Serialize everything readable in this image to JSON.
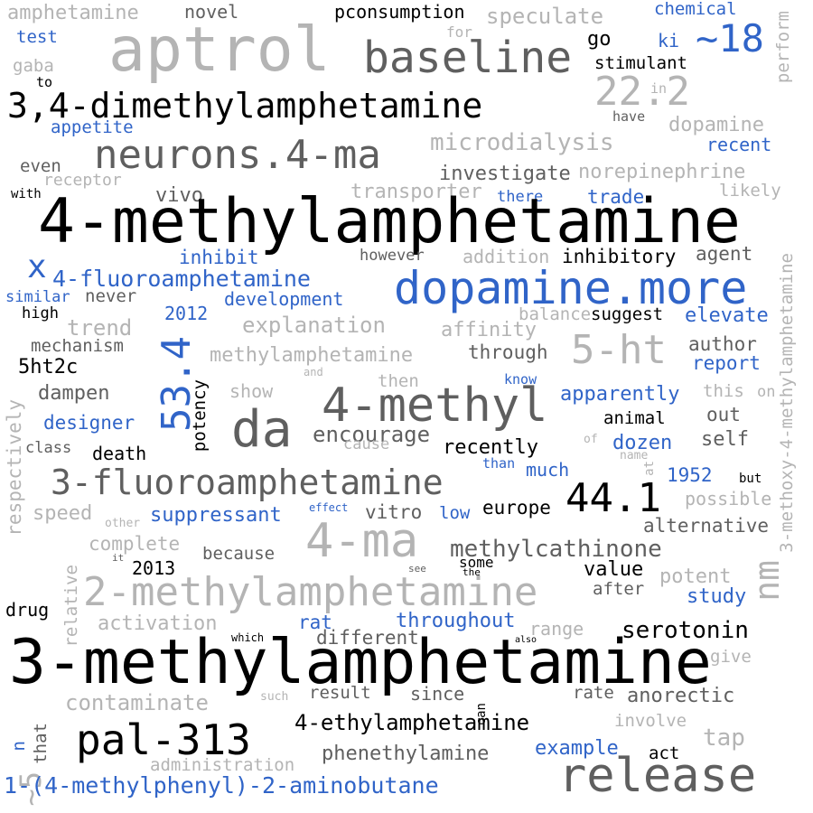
{
  "colors": {
    "black": "#000000",
    "dark_gray": "#5f5f5f",
    "light_gray": "#b4b4b4",
    "blue": "#3064c8"
  },
  "words": [
    {
      "text": "amphetamine",
      "color": "light_gray"
    },
    {
      "text": "novel",
      "color": "dark_gray"
    },
    {
      "text": "pconsumption",
      "color": "black"
    },
    {
      "text": "speculate",
      "color": "light_gray"
    },
    {
      "text": "chemical",
      "color": "blue"
    },
    {
      "text": "test",
      "color": "blue"
    },
    {
      "text": "aptrol",
      "color": "light_gray"
    },
    {
      "text": "for",
      "color": "light_gray"
    },
    {
      "text": "go",
      "color": "black"
    },
    {
      "text": "ki",
      "color": "blue"
    },
    {
      "text": "~18",
      "color": "blue"
    },
    {
      "text": "perform",
      "color": "light_gray"
    },
    {
      "text": "gaba",
      "color": "light_gray"
    },
    {
      "text": "baseline",
      "color": "dark_gray"
    },
    {
      "text": "stimulant",
      "color": "black"
    },
    {
      "text": "to",
      "color": "black"
    },
    {
      "text": "22.2",
      "color": "light_gray"
    },
    {
      "text": "in",
      "color": "light_gray"
    },
    {
      "text": "3,4-dimethylamphetamine",
      "color": "black"
    },
    {
      "text": "have",
      "color": "dark_gray"
    },
    {
      "text": "dopamine",
      "color": "light_gray"
    },
    {
      "text": "appetite",
      "color": "blue"
    },
    {
      "text": "microdialysis",
      "color": "light_gray"
    },
    {
      "text": "recent",
      "color": "blue"
    },
    {
      "text": "neurons.4-ma",
      "color": "dark_gray"
    },
    {
      "text": "even",
      "color": "dark_gray"
    },
    {
      "text": "investigate",
      "color": "dark_gray"
    },
    {
      "text": "norepinephrine",
      "color": "light_gray"
    },
    {
      "text": "receptor",
      "color": "light_gray"
    },
    {
      "text": "with",
      "color": "black"
    },
    {
      "text": "vivo",
      "color": "dark_gray"
    },
    {
      "text": "transporter",
      "color": "light_gray"
    },
    {
      "text": "there",
      "color": "blue"
    },
    {
      "text": "trade",
      "color": "blue"
    },
    {
      "text": "likely",
      "color": "light_gray"
    },
    {
      "text": "4-methylamphetamine",
      "color": "black"
    },
    {
      "text": "inhibit",
      "color": "blue"
    },
    {
      "text": "however",
      "color": "dark_gray"
    },
    {
      "text": "addition",
      "color": "light_gray"
    },
    {
      "text": "inhibitory",
      "color": "black"
    },
    {
      "text": "agent",
      "color": "dark_gray"
    },
    {
      "text": "x",
      "color": "blue"
    },
    {
      "text": "4-fluoroamphetamine",
      "color": "blue"
    },
    {
      "text": "3-methoxy-4-methylamphetamine",
      "color": "light_gray"
    },
    {
      "text": "similar",
      "color": "blue"
    },
    {
      "text": "never",
      "color": "dark_gray"
    },
    {
      "text": "development",
      "color": "blue"
    },
    {
      "text": "dopamine.more",
      "color": "blue"
    },
    {
      "text": "high",
      "color": "black"
    },
    {
      "text": "2012",
      "color": "blue"
    },
    {
      "text": "balance",
      "color": "light_gray"
    },
    {
      "text": "suggest",
      "color": "black"
    },
    {
      "text": "elevate",
      "color": "blue"
    },
    {
      "text": "trend",
      "color": "light_gray"
    },
    {
      "text": "explanation",
      "color": "light_gray"
    },
    {
      "text": "affinity",
      "color": "light_gray"
    },
    {
      "text": "mechanism",
      "color": "dark_gray"
    },
    {
      "text": "53.4",
      "color": "blue"
    },
    {
      "text": "methylamphetamine",
      "color": "light_gray"
    },
    {
      "text": "through",
      "color": "dark_gray"
    },
    {
      "text": "5-ht",
      "color": "light_gray"
    },
    {
      "text": "author",
      "color": "dark_gray"
    },
    {
      "text": "5ht2c",
      "color": "black"
    },
    {
      "text": "and",
      "color": "light_gray"
    },
    {
      "text": "report",
      "color": "blue"
    },
    {
      "text": "then",
      "color": "light_gray"
    },
    {
      "text": "know",
      "color": "blue"
    },
    {
      "text": "respectively",
      "color": "light_gray"
    },
    {
      "text": "dampen",
      "color": "dark_gray"
    },
    {
      "text": "potency",
      "color": "black"
    },
    {
      "text": "show",
      "color": "light_gray"
    },
    {
      "text": "4-methyl",
      "color": "dark_gray"
    },
    {
      "text": "apparently",
      "color": "blue"
    },
    {
      "text": "this",
      "color": "light_gray"
    },
    {
      "text": "on",
      "color": "light_gray"
    },
    {
      "text": "designer",
      "color": "blue"
    },
    {
      "text": "da",
      "color": "dark_gray"
    },
    {
      "text": "animal",
      "color": "black"
    },
    {
      "text": "out",
      "color": "dark_gray"
    },
    {
      "text": "encourage",
      "color": "dark_gray"
    },
    {
      "text": "class",
      "color": "dark_gray"
    },
    {
      "text": "cause",
      "color": "light_gray"
    },
    {
      "text": "of",
      "color": "light_gray"
    },
    {
      "text": "dozen",
      "color": "blue"
    },
    {
      "text": "self",
      "color": "dark_gray"
    },
    {
      "text": "death",
      "color": "black"
    },
    {
      "text": "recently",
      "color": "black"
    },
    {
      "text": "name",
      "color": "light_gray"
    },
    {
      "text": "than",
      "color": "blue"
    },
    {
      "text": "much",
      "color": "blue"
    },
    {
      "text": "at",
      "color": "light_gray"
    },
    {
      "text": "1952",
      "color": "blue"
    },
    {
      "text": "but",
      "color": "black"
    },
    {
      "text": "3-fluoroamphetamine",
      "color": "dark_gray"
    },
    {
      "text": "44.1",
      "color": "black"
    },
    {
      "text": "possible",
      "color": "light_gray"
    },
    {
      "text": "nm",
      "color": "light_gray"
    },
    {
      "text": "effect",
      "color": "blue"
    },
    {
      "text": "speed",
      "color": "light_gray"
    },
    {
      "text": "suppressant",
      "color": "blue"
    },
    {
      "text": "vitro",
      "color": "dark_gray"
    },
    {
      "text": "low",
      "color": "blue"
    },
    {
      "text": "europe",
      "color": "black"
    },
    {
      "text": "alternative",
      "color": "dark_gray"
    },
    {
      "text": "other",
      "color": "light_gray"
    },
    {
      "text": "4-ma",
      "color": "light_gray"
    },
    {
      "text": "complete",
      "color": "light_gray"
    },
    {
      "text": "relative",
      "color": "light_gray"
    },
    {
      "text": "methylcathinone",
      "color": "dark_gray"
    },
    {
      "text": "because",
      "color": "dark_gray"
    },
    {
      "text": "it",
      "color": "dark_gray"
    },
    {
      "text": "see",
      "color": "dark_gray"
    },
    {
      "text": "some",
      "color": "black"
    },
    {
      "text": "the",
      "color": "black"
    },
    {
      "text": "2013",
      "color": "black"
    },
    {
      "text": "value",
      "color": "black"
    },
    {
      "text": "potent",
      "color": "light_gray"
    },
    {
      "text": "2-methylamphetamine",
      "color": "light_gray"
    },
    {
      "text": "after",
      "color": "dark_gray"
    },
    {
      "text": "study",
      "color": "blue"
    },
    {
      "text": "drug",
      "color": "black"
    },
    {
      "text": "activation",
      "color": "light_gray"
    },
    {
      "text": "rat",
      "color": "blue"
    },
    {
      "text": "throughout",
      "color": "blue"
    },
    {
      "text": "range",
      "color": "light_gray"
    },
    {
      "text": "serotonin",
      "color": "black"
    },
    {
      "text": "which",
      "color": "black"
    },
    {
      "text": "different",
      "color": "dark_gray"
    },
    {
      "text": "also",
      "color": "black"
    },
    {
      "text": "3-methylamphetamine",
      "color": "black"
    },
    {
      "text": "give",
      "color": "light_gray"
    },
    {
      "text": "that",
      "color": "dark_gray"
    },
    {
      "text": "contaminate",
      "color": "light_gray"
    },
    {
      "text": "such",
      "color": "light_gray"
    },
    {
      "text": "result",
      "color": "dark_gray"
    },
    {
      "text": "since",
      "color": "dark_gray"
    },
    {
      "text": "can",
      "color": "black"
    },
    {
      "text": "rate",
      "color": "dark_gray"
    },
    {
      "text": "anorectic",
      "color": "dark_gray"
    },
    {
      "text": "n",
      "color": "blue"
    },
    {
      "text": "~5",
      "color": "light_gray"
    },
    {
      "text": "pal-313",
      "color": "black"
    },
    {
      "text": "4-ethylamphetamine",
      "color": "black"
    },
    {
      "text": "involve",
      "color": "light_gray"
    },
    {
      "text": "tap",
      "color": "light_gray"
    },
    {
      "text": "example",
      "color": "blue"
    },
    {
      "text": "act",
      "color": "black"
    },
    {
      "text": "phenethylamine",
      "color": "dark_gray"
    },
    {
      "text": "administration",
      "color": "light_gray"
    },
    {
      "text": "release",
      "color": "dark_gray"
    },
    {
      "text": "1-(4-methylphenyl)-2-aminobutane",
      "color": "blue"
    }
  ]
}
